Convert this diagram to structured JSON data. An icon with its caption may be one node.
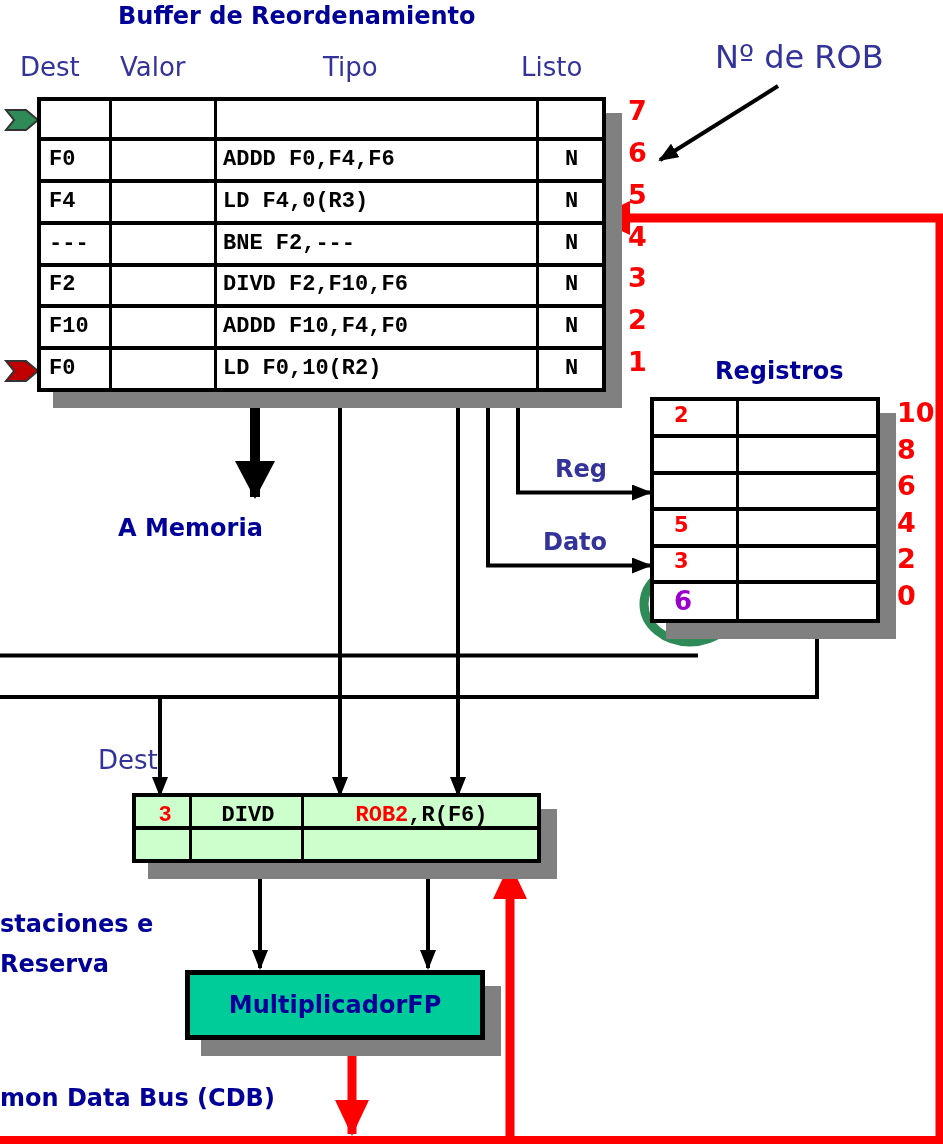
{
  "diagram": {
    "nodes": [
      {
        "text": [
          "Buffer de Reordenamiento"
        ]
      },
      {
        "text": [],
        "shape": "box",
        "in": 0,
        "beside": [
          "7"
        ]
      },
      {
        "text": [
          "F0",
          "ADDD F0,F4,F6",
          "N"
        ],
        "in": 0,
        "beside": [
          "6"
        ]
      },
      {
        "text": [
          "F4",
          "LD F4,0(R3)",
          "N"
        ],
        "in": 0,
        "beside": [
          "5"
        ]
      },
      {
        "text": [
          "---",
          "BNE F2,---",
          "N"
        ],
        "in": 0,
        "beside": [
          "4"
        ]
      },
      {
        "text": [
          "F2",
          "DIVD F2,F10,F6",
          "N"
        ],
        "in": 0,
        "beside": [
          "3"
        ]
      },
      {
        "text": [
          "F10",
          "ADDD F10,F4,F0",
          "N"
        ],
        "in": 0,
        "beside": [
          "2"
        ]
      },
      {
        "text": [
          "F0",
          "LD F0,10(R2)",
          "N"
        ],
        "in": 0,
        "beside": [
          "1"
        ]
      },
      {
        "text": [
          "Nº de ROB"
        ]
      },
      {
        "text": [
          "Registros"
        ]
      },
      {
        "text": [
          "2"
        ],
        "in": 9,
        "beside": [
          "10"
        ]
      },
      {
        "text": [],
        "shape": "box",
        "in": 9,
        "beside": [
          "8"
        ]
      },
      {
        "text": [],
        "shape": "box",
        "in": 9,
        "beside": [
          "6"
        ]
      },
      {
        "text": [
          "5"
        ],
        "in": 9,
        "beside": [
          "4"
        ]
      },
      {
        "text": [
          "3"
        ],
        "in": 9,
        "beside": [
          "2"
        ]
      },
      {
        "text": [
          "6"
        ],
        "in": 9,
        "beside": [
          "0"
        ]
      },
      {
        "text": [
          "A Memoria"
        ]
      },
      {
        "text": [
          "staciones e Reserva"
        ]
      },
      {
        "text": [
          "3",
          "DIVD",
          "*ROB2*,R(F6)"
        ],
        "in": 17
      },
      {
        "text": [],
        "shape": "box",
        "in": 17
      },
      {
        "text": [
          "MultiplicadorFP"
        ]
      },
      {
        "text": [
          "mon Data Bus (CDB)"
        ]
      }
    ],
    "edges": [
      {
        "from": null,
        "to": 1,
        "arrow": "to",
        "color": "#2e8b57"
      },
      {
        "from": null,
        "to": 7,
        "arrow": "to",
        "color": "#c00000"
      },
      {
        "from": 8,
        "to": 2,
        "arrow": "to"
      },
      {
        "from": 21,
        "to": 3,
        "arrow": "to",
        "style": "thick",
        "color": "#ff0000"
      },
      {
        "from": 0,
        "to": 16,
        "arrow": "to",
        "style": "thick"
      },
      {
        "from": 0,
        "to": 12,
        "arrow": "to",
        "label": "Reg"
      },
      {
        "from": 0,
        "to": 14,
        "arrow": "to",
        "label": "Dato"
      },
      {
        "from": 0,
        "to": 18,
        "arrow": "to"
      },
      {
        "from": 0,
        "to": 18,
        "arrow": "to"
      },
      {
        "from": 9,
        "to": 18,
        "arrow": "to"
      },
      {
        "from": 9,
        "to": null,
        "arrow": "none"
      },
      {
        "from": 15,
        "to": null,
        "arrow": "none"
      },
      {
        "from": 17,
        "to": 20,
        "arrow": "to"
      },
      {
        "from": 17,
        "to": 20,
        "arrow": "to"
      },
      {
        "from": 20,
        "to": 21,
        "arrow": "to",
        "style": "thick",
        "color": "#ff0000"
      },
      {
        "from": 21,
        "to": 17,
        "arrow": "to",
        "style": "thick",
        "color": "#ff0000"
      }
    ],
    "labels": [
      "Dest",
      "Valor",
      "Tipo",
      "Listo",
      "Dest"
    ]
  }
}
